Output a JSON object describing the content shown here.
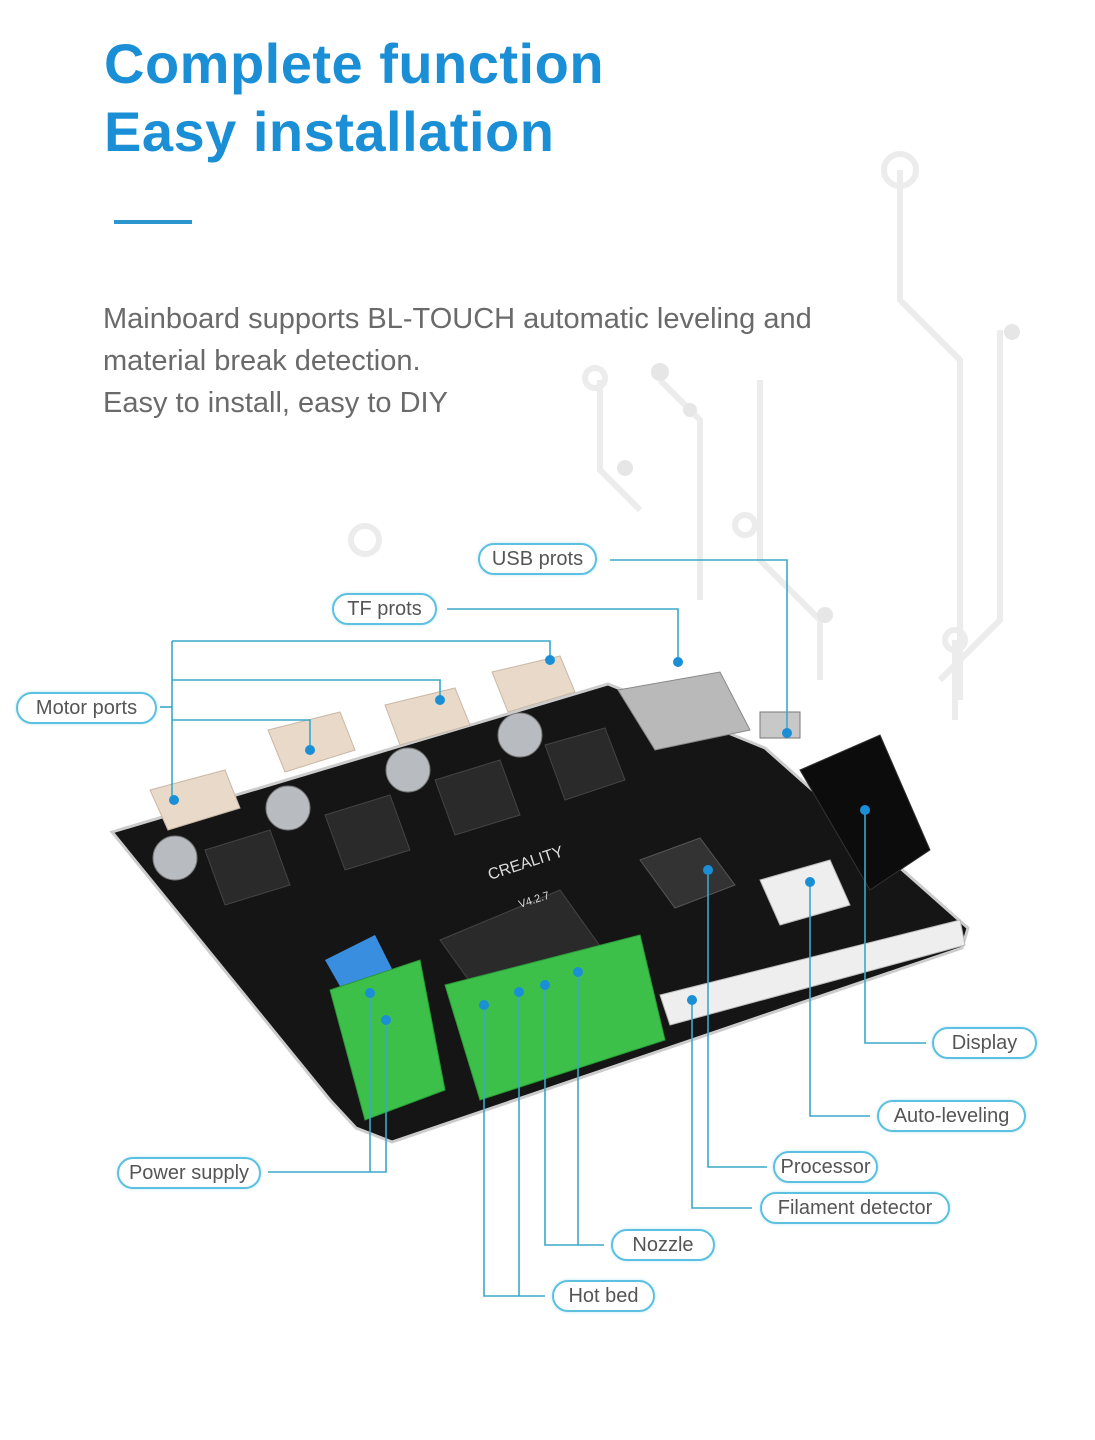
{
  "heading": {
    "line1": "Complete function",
    "line2": "Easy installation"
  },
  "description": [
    "Mainboard supports BL-TOUCH automatic leveling and",
    "material break detection.",
    "Easy to install, easy to DIY"
  ],
  "board": {
    "brand": "CREALITY",
    "version": "V4.2.7"
  },
  "labels": {
    "usb": "USB prots",
    "tf": "TF prots",
    "motor": "Motor ports",
    "display": "Display",
    "auto_leveling": "Auto-leveling",
    "processor": "Processor",
    "filament": "Filament detector",
    "nozzle": "Nozzle",
    "hot_bed": "Hot bed",
    "power": "Power supply"
  },
  "colors": {
    "accent": "#1b8fd6",
    "leader": "#3aa8c8",
    "board": "#141414",
    "terminal": "#3cc04a"
  }
}
